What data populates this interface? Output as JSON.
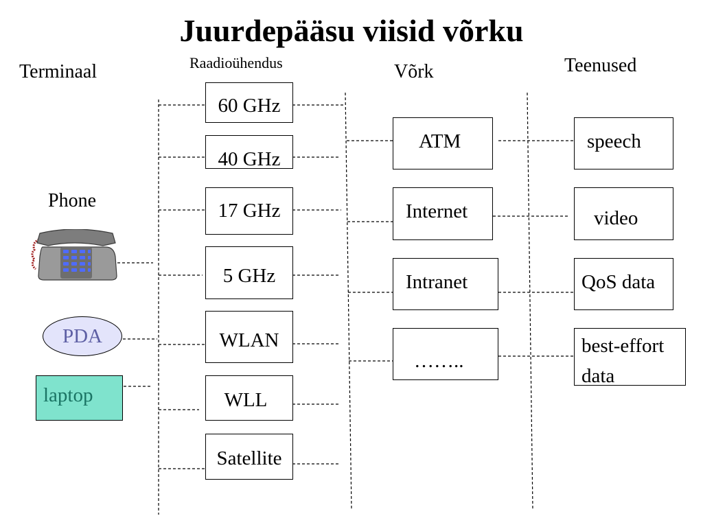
{
  "title": "Juurdepääsu viisid võrku",
  "headings": {
    "terminal": "Terminaal",
    "radio": "Raadioühendus",
    "network": "Võrk",
    "services": "Teenused"
  },
  "terminals": {
    "phone": "Phone",
    "pda": "PDA",
    "laptop": "laptop"
  },
  "radio_links": [
    "60 GHz",
    "40 GHz",
    "17 GHz",
    "5 GHz",
    "WLAN",
    "WLL",
    "Satellite"
  ],
  "networks": [
    "ATM",
    "Internet",
    "Intranet",
    "…….."
  ],
  "services": [
    "speech",
    "video",
    "QoS data",
    "best-effort",
    "data"
  ],
  "colors": {
    "pda_fill": "#e3e4fb",
    "pda_text": "#5d5fa4",
    "laptop_fill": "#7fe3cd",
    "laptop_text": "#1a7464",
    "phone_body": "#8c8c8c",
    "phone_keys": "#4f6bff",
    "phone_cord": "#a02020"
  },
  "icons": [
    "telephone-icon"
  ]
}
